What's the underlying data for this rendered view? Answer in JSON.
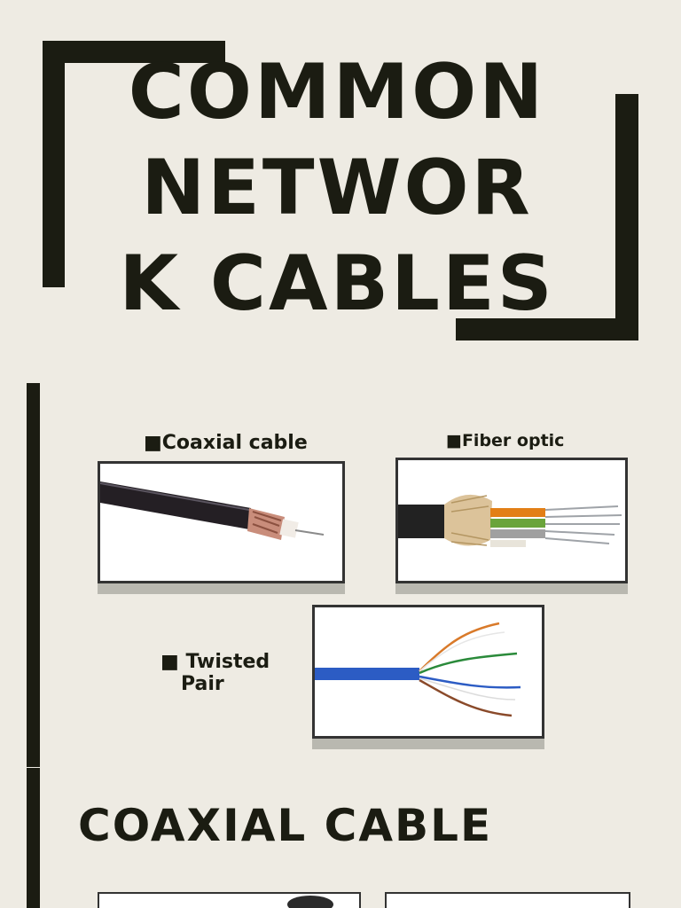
{
  "slide1": {
    "title": "COMMON NETWOR K CABLES"
  },
  "slide2": {
    "items": [
      {
        "label": "■Coaxial cable",
        "image": "coaxial-cable-photo"
      },
      {
        "label": "■Fiber optic",
        "image": "fiber-optic-cable-photo"
      },
      {
        "label_line1": "■ Twisted",
        "label_line2": "Pair",
        "image": "twisted-pair-cable-photo"
      }
    ]
  },
  "slide3": {
    "heading": "COAXIAL CABLE"
  },
  "colors": {
    "background": "#eeebe3",
    "dark": "#1b1c12"
  }
}
